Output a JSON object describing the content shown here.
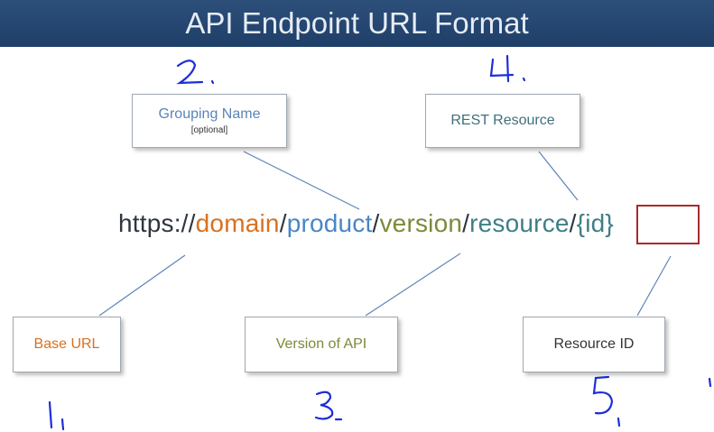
{
  "title": "API Endpoint URL Format",
  "url": {
    "scheme": "https://",
    "domain": "domain",
    "sep1": "/",
    "product": "product",
    "sep2": "/",
    "version": "version",
    "sep3": "/",
    "resource": "resource",
    "sep4": "/",
    "id": "{id}"
  },
  "boxes": {
    "grouping": {
      "label": "Grouping Name",
      "sub": "[optional]"
    },
    "rest": {
      "label": "REST Resource"
    },
    "base": {
      "label": "Base URL"
    },
    "version": {
      "label": "Version of API"
    },
    "resource_id": {
      "label": "Resource ID"
    }
  },
  "handwritten": {
    "n1": "1,",
    "n2": "2.",
    "n3": "3.",
    "n4": "4.",
    "n5": "5,"
  },
  "colors": {
    "header": "#23446e",
    "scheme": "#2f3640",
    "domain": "#d9701f",
    "product": "#4a86c5",
    "version": "#7b8a3a",
    "resource": "#3f7f87",
    "id_box": "#a62b2b",
    "box_text_blue": "#5b84b5",
    "ink": "#1c2fd6"
  }
}
